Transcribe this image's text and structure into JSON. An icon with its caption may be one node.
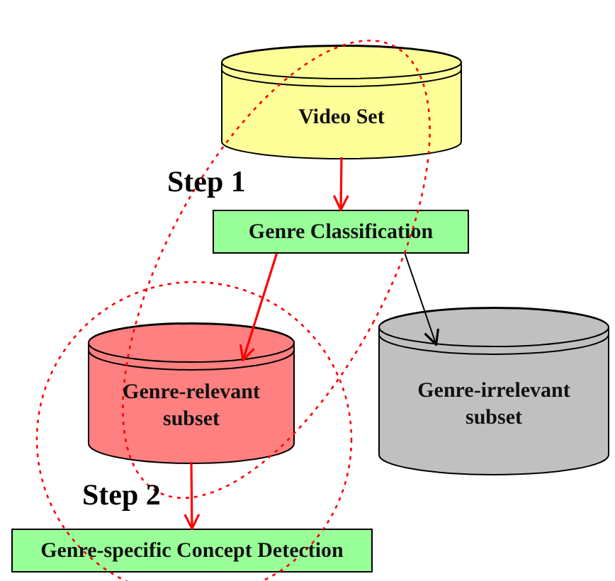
{
  "diagram": {
    "nodes": [
      {
        "text": [
          "Video Set"
        ]
      },
      {
        "text": [
          "Genre Classification"
        ]
      },
      {
        "text": [
          "Genre-relevant subset"
        ]
      },
      {
        "text": [
          "Genre-irrelevant subset"
        ]
      },
      {
        "text": [
          "Genre-specific Concept Detection"
        ]
      }
    ],
    "edges": [
      {
        "from": 0,
        "to": 1,
        "arrow": "to"
      },
      {
        "from": 1,
        "to": 2,
        "arrow": "to"
      },
      {
        "from": 1,
        "to": 3,
        "arrow": "to",
        "color": "#000000"
      },
      {
        "from": 2,
        "to": 4,
        "arrow": "to"
      }
    ],
    "labels": [
      "Step 1",
      "Step 2"
    ]
  }
}
